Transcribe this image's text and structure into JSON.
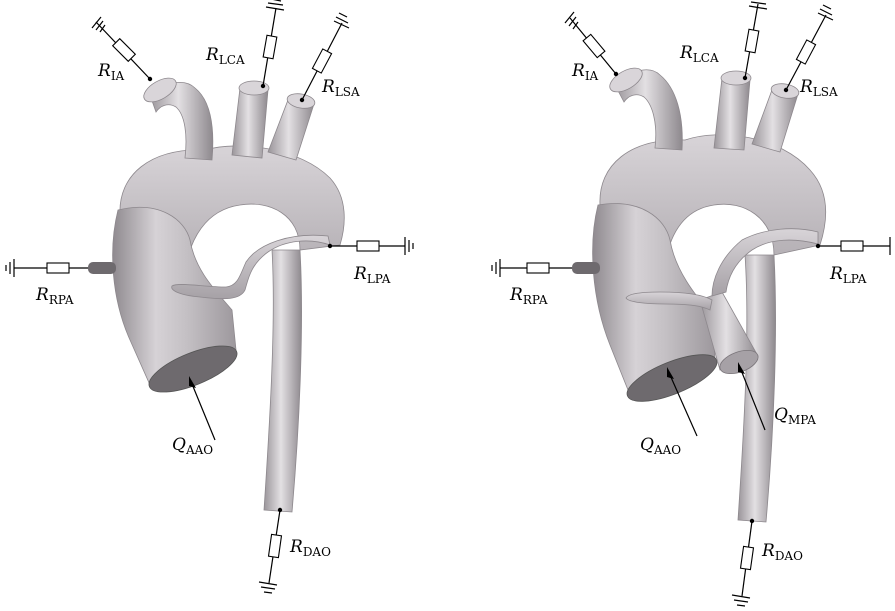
{
  "colors": {
    "vessel_fill": "#c8c4c8",
    "vessel_shadow": "#8d888d",
    "vessel_highlight": "#ececee",
    "line": "#000000",
    "background": "#ffffff"
  },
  "panels": [
    {
      "id": "left",
      "labels": {
        "r_ia": {
          "main": "R",
          "sub": "IA"
        },
        "r_lca": {
          "main": "R",
          "sub": "LCA"
        },
        "r_lsa": {
          "main": "R",
          "sub": "LSA"
        },
        "r_rpa": {
          "main": "R",
          "sub": "RPA"
        },
        "r_lpa": {
          "main": "R",
          "sub": "LPA"
        },
        "r_dao": {
          "main": "R",
          "sub": "DAO"
        },
        "q_aao": {
          "main": "Q",
          "sub": "AAO"
        }
      }
    },
    {
      "id": "right",
      "labels": {
        "r_ia": {
          "main": "R",
          "sub": "IA"
        },
        "r_lca": {
          "main": "R",
          "sub": "LCA"
        },
        "r_lsa": {
          "main": "R",
          "sub": "LSA"
        },
        "r_rpa": {
          "main": "R",
          "sub": "RPA"
        },
        "r_lpa": {
          "main": "R",
          "sub": "LPA"
        },
        "r_dao": {
          "main": "R",
          "sub": "DAO"
        },
        "q_aao": {
          "main": "Q",
          "sub": "AAO"
        },
        "q_mpa": {
          "main": "Q",
          "sub": "MPA"
        }
      }
    }
  ]
}
